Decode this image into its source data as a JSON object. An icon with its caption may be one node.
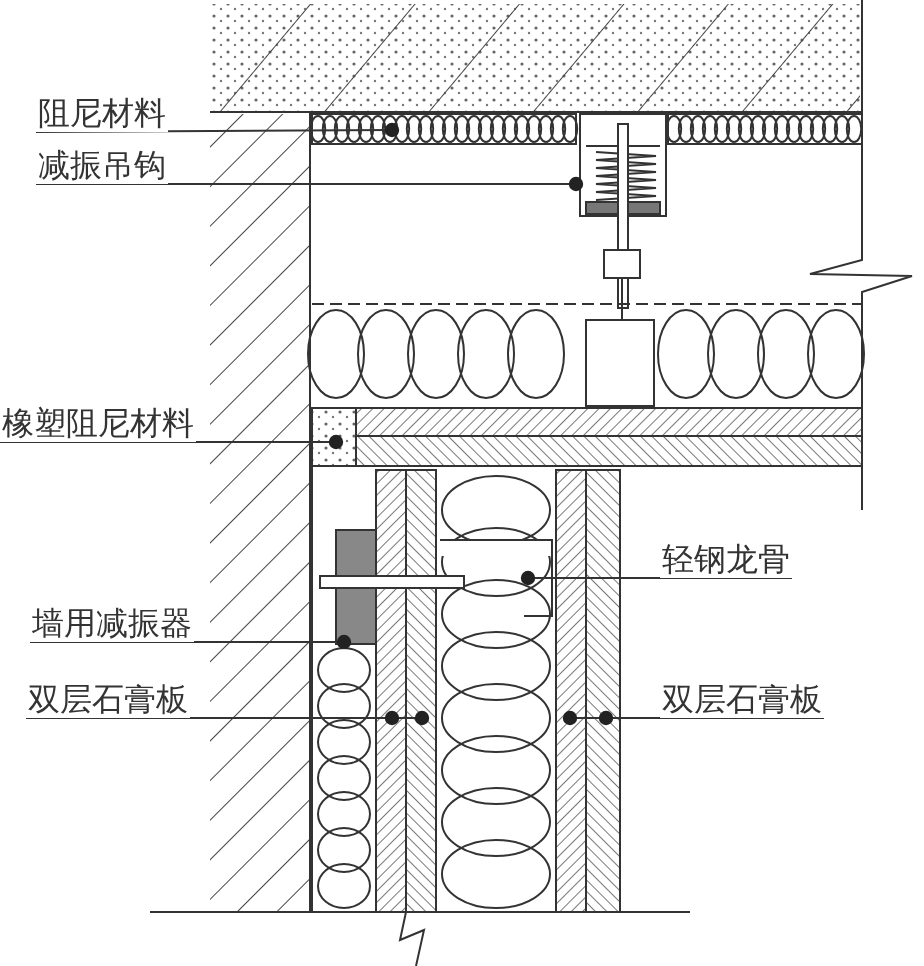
{
  "diagram": {
    "nodes": [
      {
        "text": [
          "阻尼材料"
        ]
      },
      {
        "text": [
          "减振吊钩"
        ]
      },
      {
        "text": [
          "橡塑阻尼材料"
        ]
      },
      {
        "text": [
          "轻钢龙骨"
        ]
      },
      {
        "text": [
          "墙用减振器"
        ]
      },
      {
        "text": [
          "双层石膏板"
        ]
      },
      {
        "text": [
          "双层石膏板"
        ]
      }
    ],
    "edges": [
      {
        "from": 0,
        "to": null,
        "arrow": "other"
      },
      {
        "from": 1,
        "to": null,
        "arrow": "other"
      },
      {
        "from": 2,
        "to": null,
        "arrow": "other"
      },
      {
        "from": 3,
        "to": null,
        "arrow": "other"
      },
      {
        "from": 4,
        "to": null,
        "arrow": "other"
      },
      {
        "from": 5,
        "to": null,
        "arrow": "other"
      },
      {
        "from": 6,
        "to": null,
        "arrow": "other"
      }
    ]
  }
}
